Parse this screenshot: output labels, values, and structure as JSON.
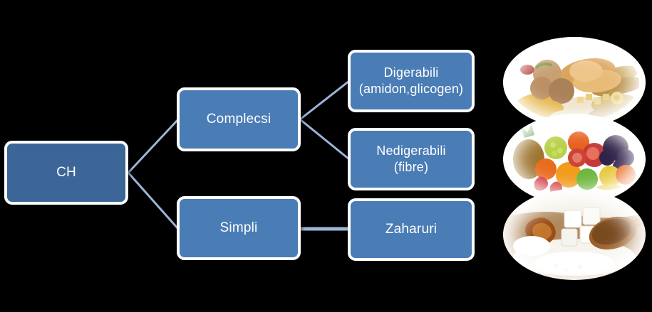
{
  "diagram": {
    "title": "CH classification tree",
    "background_color": "#000000",
    "node_fill_primary": "#3c6698",
    "node_fill_secondary": "#4a7cb5",
    "node_border_color": "#ffffff",
    "connector_color": "#9db4d8",
    "nodes": {
      "root": {
        "label": "CH"
      },
      "complex": {
        "label": "Complecsi"
      },
      "simple": {
        "label": "Simpli"
      },
      "digestible": {
        "label": "Digerabili\n(amidon,glicogen)"
      },
      "indigestible": {
        "label": "Nedigerabili\n(fibre)"
      },
      "sugars": {
        "label": "Zaharuri"
      }
    },
    "connectors": [
      {
        "from": "root",
        "to": "complex"
      },
      {
        "from": "root",
        "to": "simple"
      },
      {
        "from": "complex",
        "to": "digestible"
      },
      {
        "from": "complex",
        "to": "indigestible"
      },
      {
        "from": "simple",
        "to": "sugars"
      }
    ]
  },
  "collage": {
    "images": [
      {
        "name": "bread-grains-pasta-photo",
        "alt": "Breads, grains, corn and pasta"
      },
      {
        "name": "fruits-photo",
        "alt": "Assorted fresh fruits"
      },
      {
        "name": "sugars-photo",
        "alt": "White and brown sugar with sugar cubes"
      }
    ]
  }
}
